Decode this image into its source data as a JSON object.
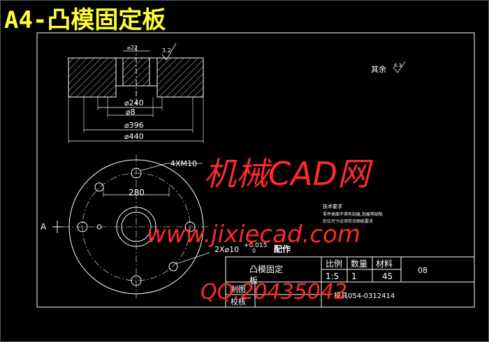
{
  "sheet_title": "A4-凸模固定板",
  "roughness_note": {
    "label": "其余",
    "value": "6.3"
  },
  "roughness_top": "3.2",
  "section_view": {
    "dims": {
      "hole_dia": "⌀22",
      "d240": "⌀240",
      "d8": "⌀8",
      "d396": "⌀396",
      "d440": "⌀440"
    }
  },
  "plan_view": {
    "thread_callout": "4XM10",
    "pcd_dim": "280",
    "section_mark": "A",
    "pin_callout": "2X⌀10",
    "tol_upper": "+0.015",
    "tol_lower": "0",
    "fit_note": "配作"
  },
  "tech_req": {
    "title": "技术要求",
    "lines": [
      "零件表面不得有刮痕,划痕等缺陷",
      "形位尺寸必须符合图纸要求"
    ]
  },
  "title_block": {
    "part_name_line1": "凸模固定",
    "part_name_line2": "板",
    "scale_label": "比例",
    "qty_label": "数量",
    "material_label": "材料",
    "scale_value": "1:5",
    "qty_value": "1",
    "material_value": "45",
    "sheet_no": "08",
    "drawn_label": "制图",
    "checked_label": "校核",
    "drawing_code": "模具054-0312414"
  },
  "watermarks": {
    "brand": "机械CAD网",
    "url": "www.jixiecad.com",
    "qq": "QQ:20435042"
  },
  "colors": {
    "background": "#000000",
    "lines": "#ffffff",
    "title": "#ffff33",
    "watermark": "#ff2a2a"
  }
}
